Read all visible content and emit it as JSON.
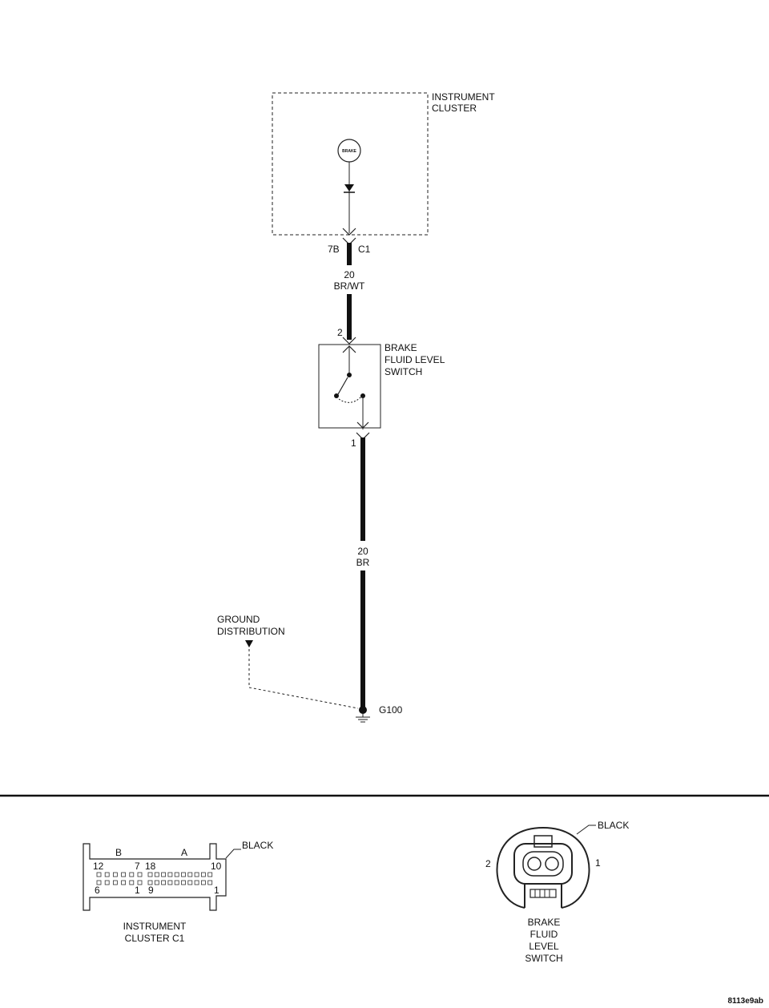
{
  "labels": {
    "instrument_cluster": [
      "INSTRUMENT",
      "CLUSTER"
    ],
    "brake_lamp": "BRAKE",
    "pin_7b": "7B",
    "conn_c1": "C1",
    "wire_top_gauge": "20",
    "wire_top_color": "BR/WT",
    "pin_2": "2",
    "brake_switch": [
      "BRAKE",
      "FLUID LEVEL",
      "SWITCH"
    ],
    "pin_1": "1",
    "wire_bot_gauge": "20",
    "wire_bot_color": "BR",
    "ground_distribution": [
      "GROUND",
      "DISTRIBUTION"
    ],
    "ground_id": "G100"
  },
  "connector_c1": {
    "color": "BLACK",
    "side_b": "B",
    "side_a": "A",
    "pin_12": "12",
    "pin_7": "7",
    "pin_18": "18",
    "pin_10": "10",
    "pin_6": "6",
    "pin_1": "1",
    "pin_9": "9",
    "pin_1_right": "1",
    "name": [
      "INSTRUMENT",
      "CLUSTER C1"
    ]
  },
  "connector_switch": {
    "color": "BLACK",
    "pin_2": "2",
    "pin_1": "1",
    "name": [
      "BRAKE",
      "FLUID",
      "LEVEL",
      "SWITCH"
    ]
  },
  "figure_id": "8113e9ab",
  "colors": {
    "ink": "#111111",
    "background": "#ffffff"
  }
}
